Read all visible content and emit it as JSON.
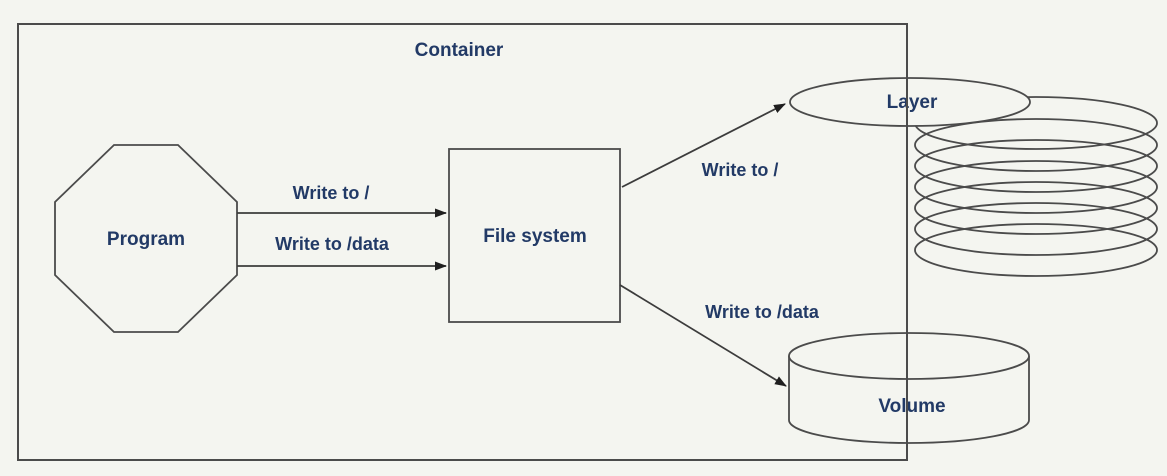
{
  "diagram": {
    "container_label": "Container",
    "nodes": {
      "program": {
        "label": "Program",
        "shape": "octagon"
      },
      "file_system": {
        "label": "File system",
        "shape": "rectangle"
      },
      "layer": {
        "label": "Layer",
        "shape": "ellipse-on-disk-stack"
      },
      "volume": {
        "label": "Volume",
        "shape": "cylinder"
      }
    },
    "edges": [
      {
        "from": "program",
        "to": "file_system",
        "label": "Write to /"
      },
      {
        "from": "program",
        "to": "file_system",
        "label": "Write to /data"
      },
      {
        "from": "file_system",
        "to": "layer",
        "label": "Write to /"
      },
      {
        "from": "file_system",
        "to": "volume",
        "label": "Write to /data"
      }
    ],
    "layer_stack_disk_count": 7,
    "colors": {
      "background": "#f4f5f0",
      "line": "#4b4b4b",
      "text": "#223a66"
    }
  }
}
